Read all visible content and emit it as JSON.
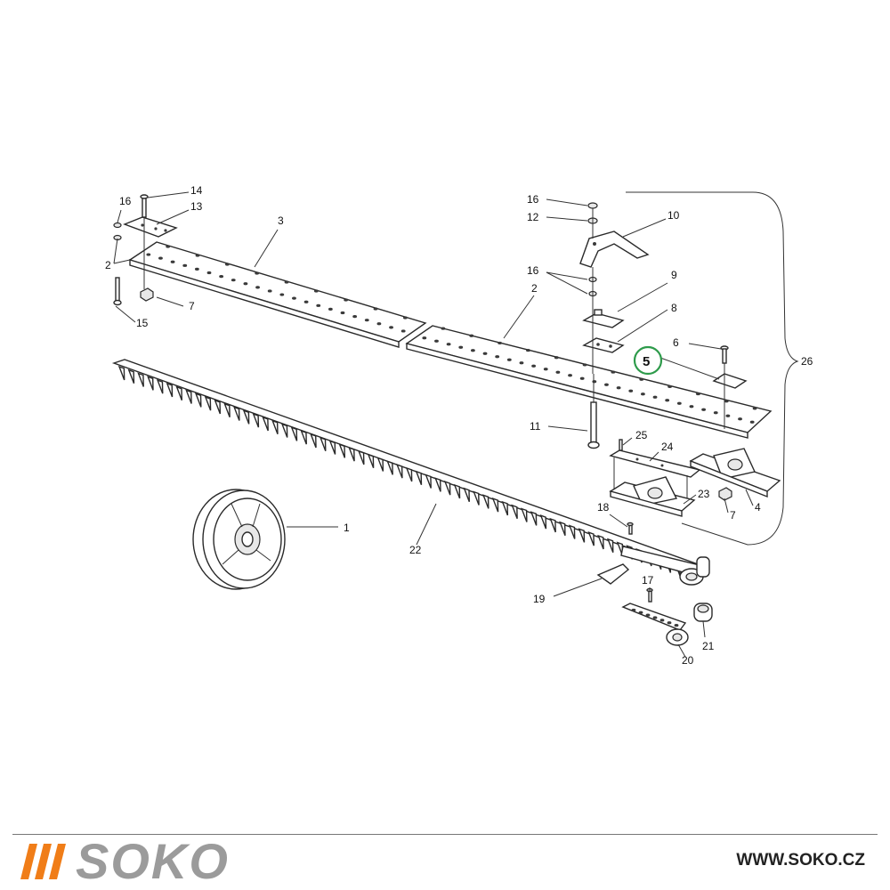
{
  "labels": {
    "l1": "1",
    "l2a": "2",
    "l2b": "2",
    "l3": "3",
    "l4": "4",
    "l5": "5",
    "l6": "6",
    "l7a": "7",
    "l7b": "7",
    "l8": "8",
    "l9": "9",
    "l10": "10",
    "l11": "11",
    "l12": "12",
    "l13": "13",
    "l14": "14",
    "l15": "15",
    "l16a": "16",
    "l16b": "16",
    "l16c": "16",
    "l17": "17",
    "l18": "18",
    "l19": "19",
    "l20": "20",
    "l21": "21",
    "l22": "22",
    "l23": "23",
    "l24": "24",
    "l25": "25",
    "l26": "26"
  },
  "highlight_color": "#2e9b4b",
  "footer": {
    "brand": "SOKO",
    "brand_color": "#9b9b9b",
    "accent_color": "#f07d18",
    "website": "WWW.SOKO.CZ"
  }
}
